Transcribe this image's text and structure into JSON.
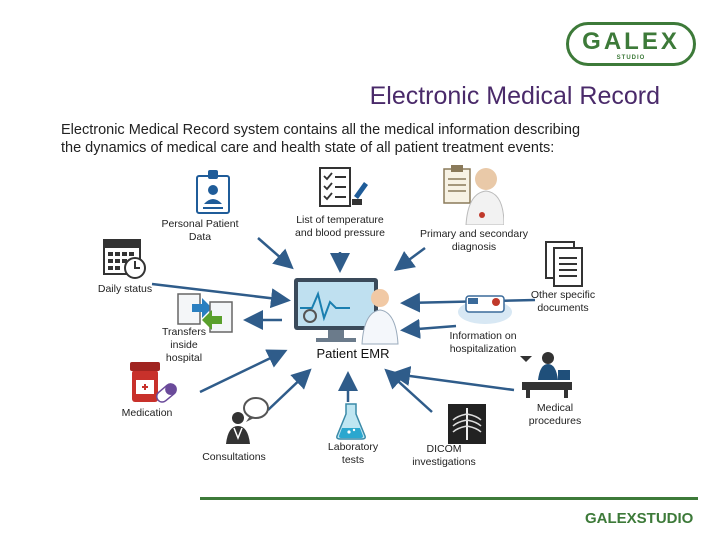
{
  "logo": {
    "name": "GALEX",
    "sub": "STUDIO"
  },
  "title": "Electronic Medical Record",
  "intro": "Electronic Medical Record system contains all the medical information describing the dynamics of medical care and health state of all patient treatment events:",
  "center": "Patient EMR",
  "nodes": {
    "personal": "Personal Patient Data",
    "list_temp": "List of temperature and blood pressure",
    "diagnosis": "Primary and secondary diagnosis",
    "daily": "Daily status",
    "other_docs": "Other specific documents",
    "transfers": "Transfers inside hospital",
    "hospitalization": "Information on hospitalization",
    "medication": "Medication",
    "procedures": "Medical procedures",
    "consultations": "Consultations",
    "lab": "Laboratory tests",
    "dicom": "DICOM investigations"
  },
  "footer": "GALEXSTUDIO",
  "colors": {
    "brand": "#3d7a39",
    "title": "#4a2a6a",
    "arrow": "#2f5c8a"
  }
}
